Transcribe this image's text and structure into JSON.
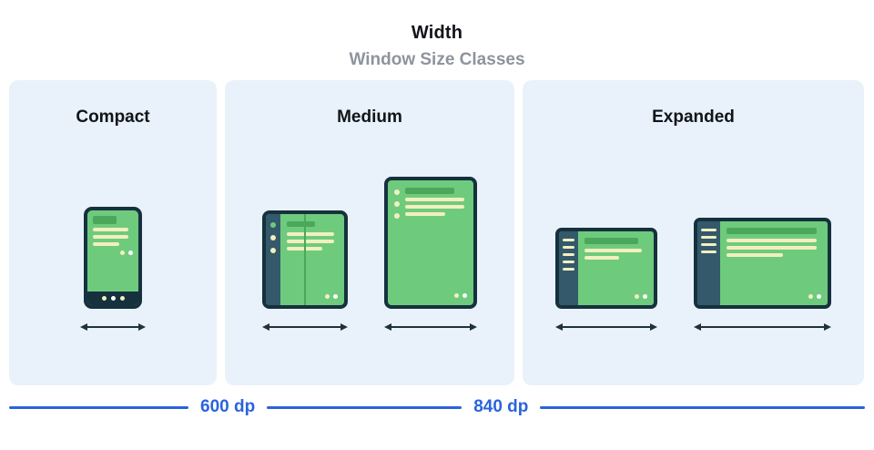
{
  "header": {
    "title": "Width",
    "subtitle": "Window Size Classes"
  },
  "panels": [
    {
      "label": "Compact"
    },
    {
      "label": "Medium"
    },
    {
      "label": "Expanded"
    }
  ],
  "ruler": {
    "breakpoints": [
      "600 dp",
      "840 dp"
    ]
  },
  "icons": {
    "width_arrow": "↔"
  },
  "colors": {
    "panel_background": "#e9f2fa",
    "device_border": "#16313e",
    "device_screen_green": "#6ecb7d",
    "device_header_green": "#4aa75c",
    "device_line_cream": "#f3efc0",
    "device_sidebar_slate": "#33596b",
    "accent_blue": "#2b63dd",
    "subtitle_gray": "#8e949d",
    "title_black": "#111418"
  }
}
